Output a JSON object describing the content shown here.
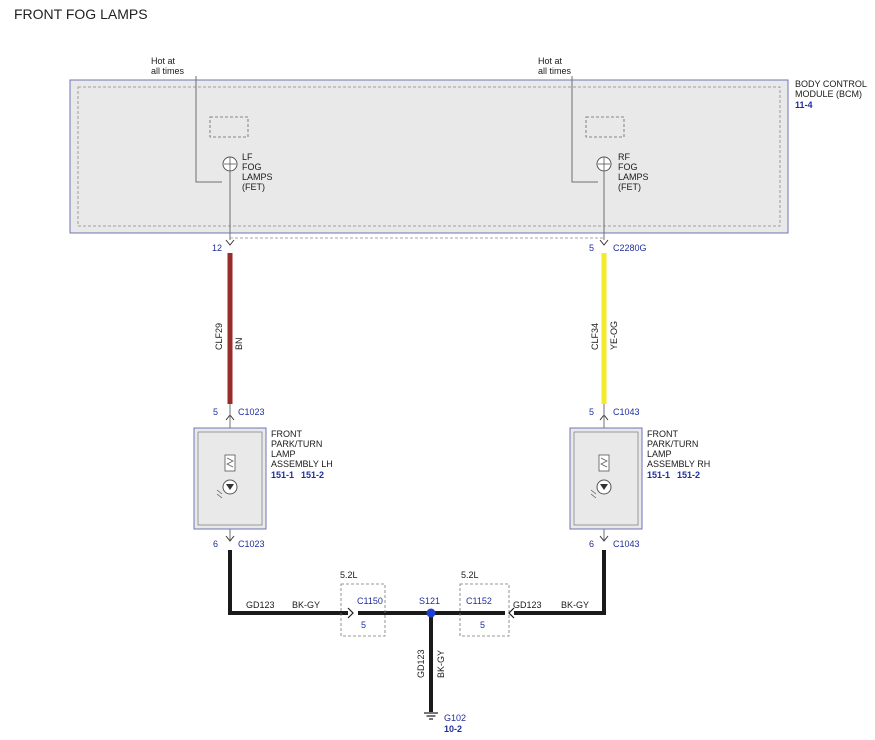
{
  "title": "FRONT FOG LAMPS",
  "colors": {
    "module_fill": "#e9e9e9",
    "module_border": "#6f74b8",
    "wire_brown": "#9a2b2b",
    "wire_yellow": "#f2ea2a",
    "wire_black": "#1a1a1a",
    "thin_wire": "#707070",
    "ref_blue": "#1f2f9a",
    "splice_dot": "#1f3fcf"
  },
  "bcm": {
    "name_line1": "BODY CONTROL",
    "name_line2": "MODULE (BCM)",
    "ref": "11-4",
    "hot_left_1": "Hot at",
    "hot_left_2": "all times",
    "hot_right_1": "Hot at",
    "hot_right_2": "all times",
    "lf_label": [
      "LF",
      "FOG",
      "LAMPS",
      "(FET)"
    ],
    "rf_label": [
      "RF",
      "FOG",
      "LAMPS",
      "(FET)"
    ],
    "lf_pin": "12",
    "rf_pin": "5",
    "connector": "C2280G"
  },
  "left_circuit": {
    "circuit": "CLF29",
    "color_code": "BN",
    "top_pin": "5",
    "top_connector": "C1023",
    "bottom_pin": "6",
    "bottom_connector": "C1023",
    "lamp_label": [
      "FRONT",
      "PARK/TURN",
      "LAMP",
      "ASSEMBLY LH"
    ],
    "ref_a": "151-1",
    "ref_b": "151-2"
  },
  "right_circuit": {
    "circuit": "CLF34",
    "color_code": "YE-OG",
    "top_pin": "5",
    "top_connector": "C1043",
    "bottom_pin": "6",
    "bottom_connector": "C1043",
    "lamp_label": [
      "FRONT",
      "PARK/TURN",
      "LAMP",
      "ASSEMBLY RH"
    ],
    "ref_a": "151-1",
    "ref_b": "151-2"
  },
  "ground": {
    "left_circuit": "GD123",
    "left_color": "BK-GY",
    "right_circuit": "GD123",
    "right_color": "BK-GY",
    "left_option": "5.2L",
    "right_option": "5.2L",
    "left_connector": "C1150",
    "left_pin": "5",
    "right_connector": "C1152",
    "right_pin": "5",
    "splice": "S121",
    "vertical_circuit": "GD123",
    "vertical_color": "BK-GY",
    "ground_point": "G102",
    "ground_ref": "10-2"
  }
}
